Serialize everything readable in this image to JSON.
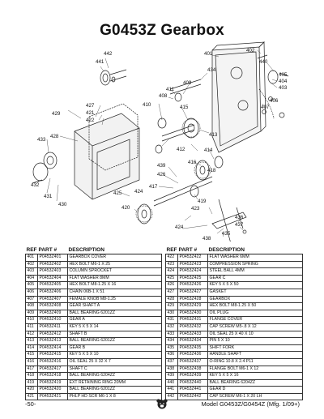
{
  "title": "G0453Z Gearbox",
  "diagram": {
    "callouts": [
      "442",
      "441",
      "401",
      "402",
      "440",
      "404",
      "405",
      "403",
      "434",
      "407",
      "406",
      "409",
      "411",
      "408",
      "410",
      "415",
      "413",
      "427",
      "421",
      "429",
      "422",
      "414",
      "428",
      "412",
      "433",
      "416",
      "418",
      "439",
      "426",
      "417",
      "424",
      "420",
      "419",
      "432",
      "431",
      "430",
      "425",
      "423",
      "424",
      "436",
      "437",
      "438",
      "435"
    ]
  },
  "table_headers": {
    "ref": "REF",
    "part": "PART #",
    "desc": "DESCRIPTION"
  },
  "parts_left": [
    [
      "401",
      "P0453Z401",
      "GEARBOX COVER"
    ],
    [
      "402",
      "P0453Z402",
      "HEX BOLT M6-1 X 25"
    ],
    [
      "403",
      "P0453Z403",
      "COLUMN SPROCKET"
    ],
    [
      "404",
      "P0453Z404",
      "FLAT WASHER 8MM"
    ],
    [
      "405",
      "P0453Z405",
      "HEX BOLT M8-1.25 X 16"
    ],
    [
      "406",
      "P0453Z406",
      "CHAIN 06B-1 X 51"
    ],
    [
      "407",
      "P0453Z407",
      "FEMALE KNOB M8-1.25"
    ],
    [
      "408",
      "P0453Z408",
      "GEAR SHAFT A"
    ],
    [
      "409",
      "P0453Z409",
      "BALL BEARING 6201ZZ"
    ],
    [
      "410",
      "P0453Z410",
      "GEAR A"
    ],
    [
      "411",
      "P0453Z411",
      "KEY 5 X 5 X 14"
    ],
    [
      "412",
      "P0453Z412",
      "SHAFT B"
    ],
    [
      "413",
      "P0453Z413",
      "BALL BEARING 6201ZZ"
    ],
    [
      "414",
      "P0453Z414",
      "GEAR B"
    ],
    [
      "415",
      "P0453Z415",
      "KEY 5 X 5 X 10"
    ],
    [
      "416",
      "P0453Z416",
      "OIL SEAL 25 X 32 X 7"
    ],
    [
      "417",
      "P0453Z417",
      "SHAFT C"
    ],
    [
      "418",
      "P0453Z418",
      "BALL BEARING 6204ZZ"
    ],
    [
      "419",
      "P0453Z419",
      "EXT RETAINING RING 20MM"
    ],
    [
      "420",
      "P0453Z420",
      "BALL BEARING 6201ZZ"
    ],
    [
      "421",
      "P0453Z421",
      "PHLP HD SCR M6-1 X 8"
    ]
  ],
  "parts_right": [
    [
      "422",
      "P0453Z422",
      "FLAT WASHER 6MM"
    ],
    [
      "423",
      "P0453Z423",
      "COMPRESSION SPRING"
    ],
    [
      "424",
      "P0453Z424",
      "STEEL BALL 4MM"
    ],
    [
      "425",
      "P0453Z425",
      "GEAR C"
    ],
    [
      "426",
      "P0453Z426",
      "KEY 5 X 5 X 50"
    ],
    [
      "427",
      "P0453Z427",
      "GASKET"
    ],
    [
      "428",
      "P0453Z428",
      "GEARBOX"
    ],
    [
      "429",
      "P0453Z429",
      "HEX BOLT M8-1.25 X 50"
    ],
    [
      "430",
      "P0453Z430",
      "OIL PLUG"
    ],
    [
      "431",
      "P0453Z431",
      "FLANGE COVER"
    ],
    [
      "432",
      "P0453Z432",
      "CAP SCREW M5-.8 X 12"
    ],
    [
      "433",
      "P0453Z433",
      "OIL SEAL 25 X 40 X 10"
    ],
    [
      "434",
      "P0453Z434",
      "PIN 5 X 10"
    ],
    [
      "435",
      "P0453Z435",
      "SHIFT FORK"
    ],
    [
      "436",
      "P0453Z436",
      "HANDLE SHAFT"
    ],
    [
      "437",
      "P0453Z437",
      "O-RING 10.8 X 2.4 P11"
    ],
    [
      "438",
      "P0453Z438",
      "FLANGE BOLT M6-1 X 12"
    ],
    [
      "439",
      "P0453Z439",
      "KEY 5 X 5 X 16"
    ],
    [
      "440",
      "P0453Z440",
      "BALL BEARING 6204ZZ"
    ],
    [
      "441",
      "P0453Z441",
      "GEAR D"
    ],
    [
      "442",
      "P0453Z442",
      "CAP SCREW M6-1 X 20 LH"
    ]
  ],
  "footer": {
    "page": "-50-",
    "model": "Model G0453Z/G0454Z (Mfg. 1/09+)"
  }
}
